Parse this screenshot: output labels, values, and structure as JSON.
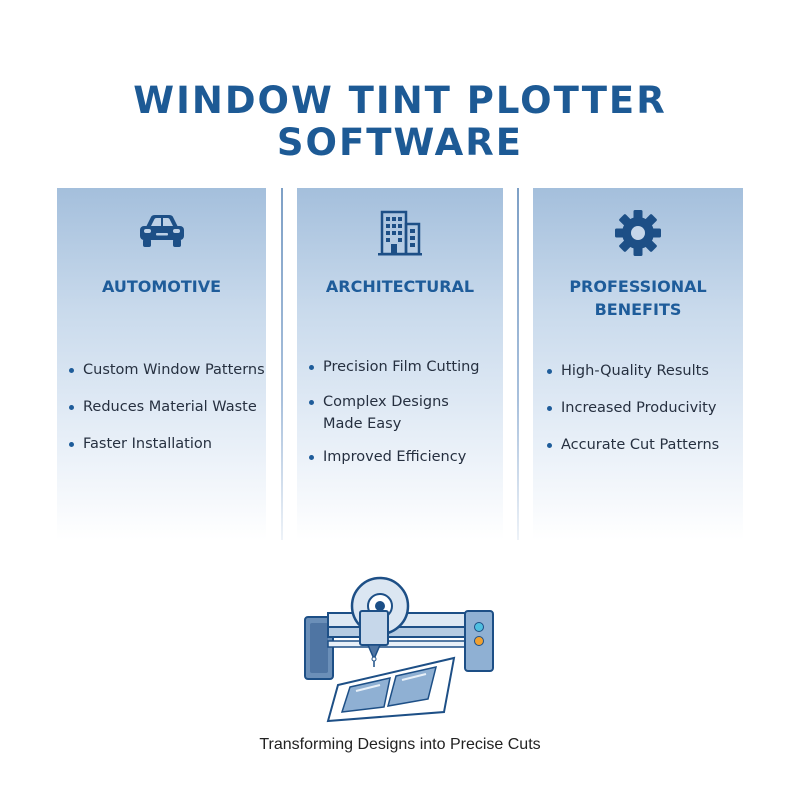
{
  "title": {
    "line1": "WINDOW TINT PLOTTER",
    "line2": "SOFTWARE"
  },
  "panels": [
    {
      "icon": "car-icon",
      "heading": [
        "AUTOMOTIVE"
      ],
      "items": [
        [
          "Custom Window Patterns"
        ],
        [
          "Reduces Material Waste"
        ],
        [
          "Faster Installation"
        ]
      ]
    },
    {
      "icon": "building-icon",
      "heading": [
        "ARCHITECTURAL"
      ],
      "items": [
        [
          "Precision Film Cutting"
        ],
        [
          "Complex Designs",
          "Made Easy"
        ],
        [
          "Improved Efficiency"
        ]
      ]
    },
    {
      "icon": "gear-icon",
      "heading": [
        "PROFESSIONAL",
        "BENEFITS"
      ],
      "items": [
        [
          "High-Quality Results"
        ],
        [
          "Increased Producivity"
        ],
        [
          "Accurate Cut Patterns"
        ]
      ]
    }
  ],
  "illustration": {
    "icon": "plotter-icon"
  },
  "caption": "Transforming Designs into Precise Cuts",
  "colors": {
    "brand": "#1d5a95",
    "panel_top": "#a4bfdc",
    "bullet": "#1e5c9a",
    "text": "#263040"
  }
}
